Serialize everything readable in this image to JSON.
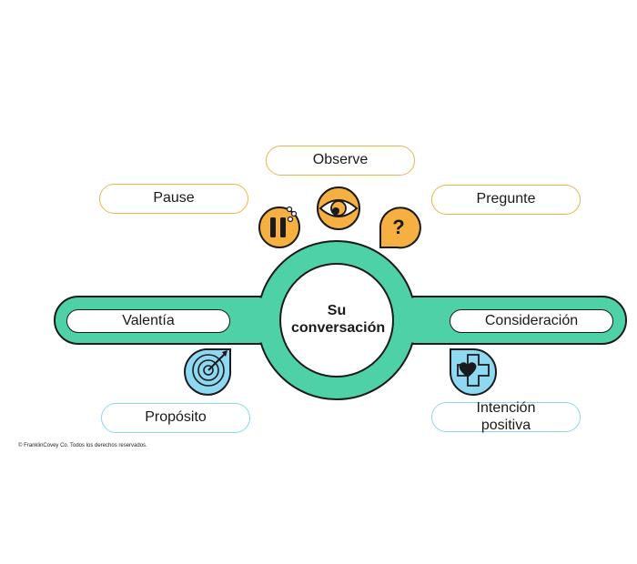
{
  "center": {
    "line1": "Su",
    "line2": "conversación"
  },
  "top_labels": {
    "observe": "Observe",
    "pause": "Pause",
    "pregunte": "Pregunte"
  },
  "bar_labels": {
    "valentia": "Valentía",
    "consideracion": "Consideración"
  },
  "bottom_labels": {
    "proposito": "Propósito",
    "intencion": "Intención positiva"
  },
  "footer": {
    "copyright": "© FranklinCovey Co. Todos los derechos reservados."
  },
  "icons": {
    "pause": "pause-icon",
    "observe": "eye-icon",
    "pregunte": "question-icon",
    "proposito": "target-icon",
    "intencion": "heart-plus-icon"
  },
  "colors": {
    "teal": "#4fd1a8",
    "orange": "#f5b041",
    "light_blue": "#8fd8f2",
    "orange_border": "#f2b24a",
    "blue_border": "#86d7f0",
    "outline": "#1a1a1a"
  }
}
